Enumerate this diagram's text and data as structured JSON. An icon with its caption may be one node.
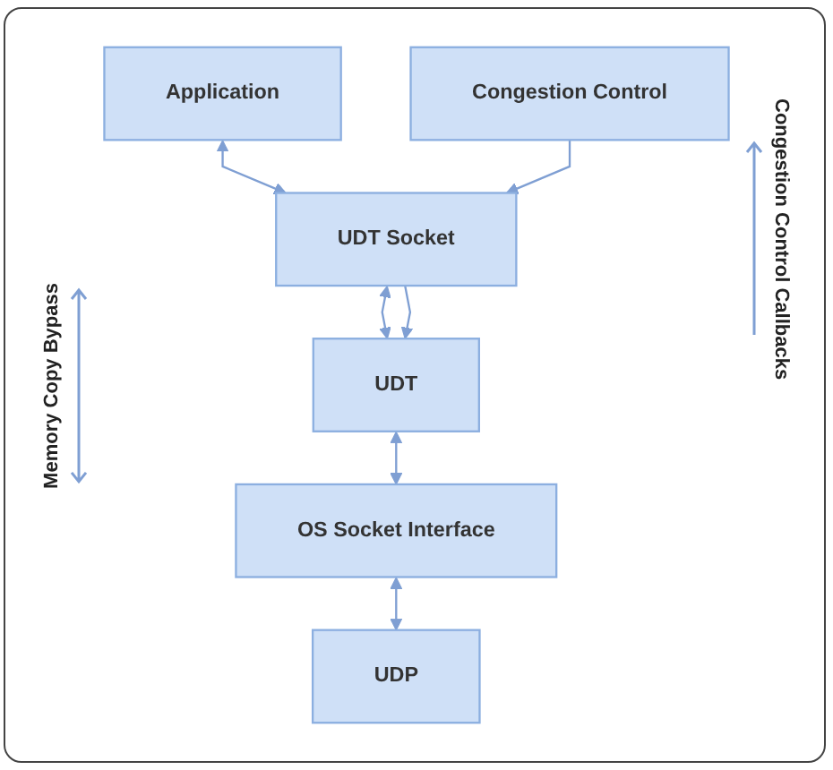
{
  "diagram": {
    "nodes": [
      {
        "text": [
          "Application"
        ]
      },
      {
        "text": [
          "Congestion Control"
        ]
      },
      {
        "text": [
          "UDT Socket"
        ]
      },
      {
        "text": [
          "UDT"
        ]
      },
      {
        "text": [
          "OS Socket Interface"
        ]
      },
      {
        "text": [
          "UDP"
        ]
      }
    ],
    "edges": [
      {
        "from": 0,
        "to": 2,
        "arrow": "both"
      },
      {
        "from": 1,
        "to": 2,
        "arrow": "to"
      },
      {
        "from": 2,
        "to": 3,
        "arrow": "both"
      },
      {
        "from": 2,
        "to": 3,
        "arrow": "to"
      },
      {
        "from": 3,
        "to": 4,
        "arrow": "both"
      },
      {
        "from": 4,
        "to": 5,
        "arrow": "both"
      }
    ],
    "labels": [
      "Memory Copy Bypass",
      "Congestion Control Callbacks"
    ]
  }
}
